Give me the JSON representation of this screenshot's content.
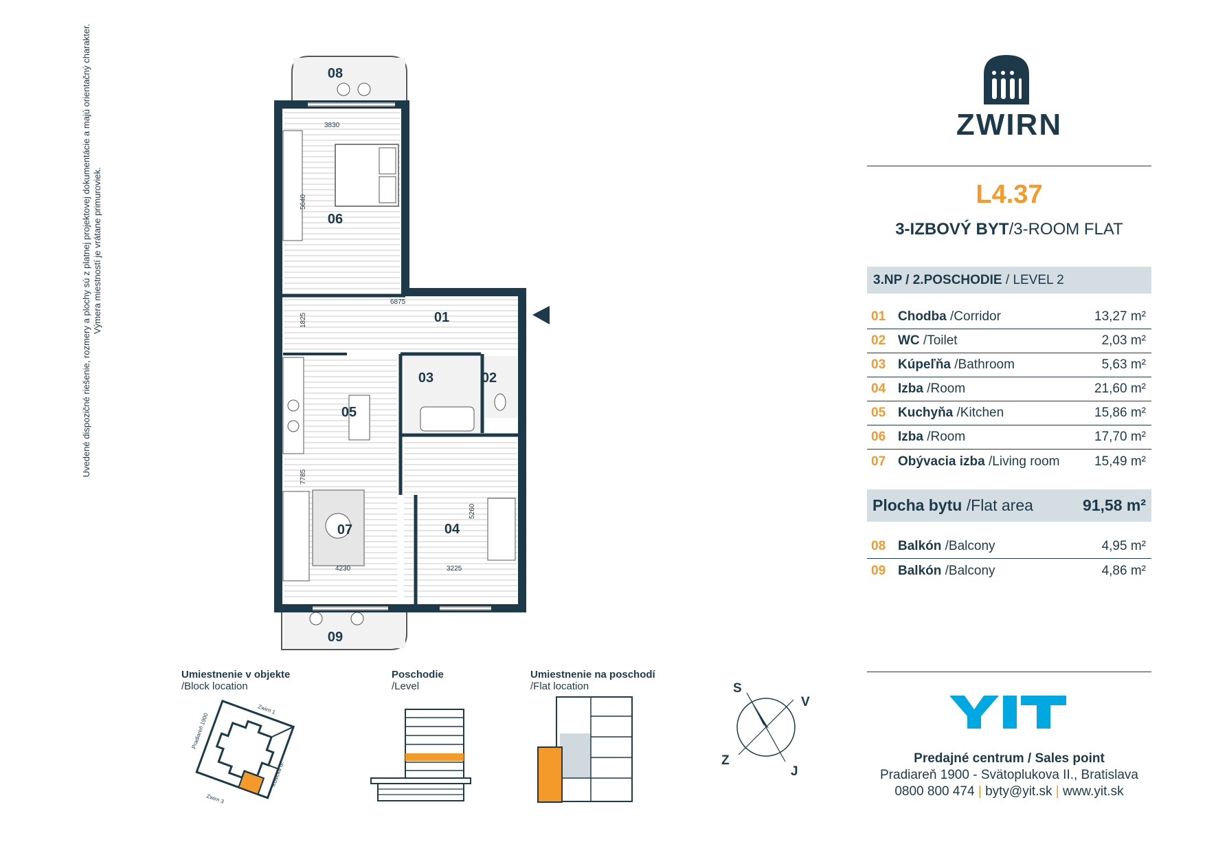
{
  "disclaimer": {
    "line1": "Uvedené dispozičné riešenie, rozmery a plochy sú z platnej projektovej dokumentácie a majú orientačný charakter.",
    "line2": "Výmera miestností je vrátane primuroviek."
  },
  "brand": {
    "name": "ZWIRN",
    "logo_icon": "building-arches-icon"
  },
  "flat": {
    "code": "L4.37",
    "type_bold": "3-IZBOVÝ BYT",
    "type_rest": "/3-ROOM FLAT",
    "level_bold": "3.NP / 2.POSCHODIE",
    "level_rest": " / LEVEL 2"
  },
  "rooms": [
    {
      "num": "01",
      "name_sk": "Chodba",
      "name_en": " /Corridor",
      "area": "13,27 m²"
    },
    {
      "num": "02",
      "name_sk": "WC",
      "name_en": " /Toilet",
      "area": "2,03 m²"
    },
    {
      "num": "03",
      "name_sk": "Kúpeľňa",
      "name_en": " /Bathroom",
      "area": "5,63 m²"
    },
    {
      "num": "04",
      "name_sk": "Izba",
      "name_en": " /Room",
      "area": "21,60 m²"
    },
    {
      "num": "05",
      "name_sk": "Kuchyňa",
      "name_en": " /Kitchen",
      "area": "15,86 m²"
    },
    {
      "num": "06",
      "name_sk": "Izba",
      "name_en": " /Room",
      "area": "17,70 m²"
    },
    {
      "num": "07",
      "name_sk": "Obývacia izba",
      "name_en": " /Living room",
      "area": "15,49 m²"
    }
  ],
  "total": {
    "label_sk": "Plocha bytu",
    "label_en": " /Flat area",
    "value": "91,58 m²"
  },
  "balconies": [
    {
      "num": "08",
      "name_sk": "Balkón",
      "name_en": " /Balcony",
      "area": "4,95 m²"
    },
    {
      "num": "09",
      "name_sk": "Balkón",
      "name_en": " /Balcony",
      "area": "4,86 m²"
    }
  ],
  "plan_labels": {
    "r01": "01",
    "r02": "02",
    "r03": "03",
    "r04": "04",
    "r05": "05",
    "r06": "06",
    "r07": "07",
    "r08": "08",
    "r09": "09",
    "d3830": "3830",
    "d5640": "5640",
    "d6875": "6875",
    "d1825": "1825",
    "d7785": "7785",
    "d4230": "4230",
    "d3225": "3225",
    "d5260": "5260"
  },
  "captions": {
    "block_title": "Umiestnenie v objekte",
    "block_sub": "/Block location",
    "level_title": "Poschodie",
    "level_sub": "/Level",
    "flat_title": "Umiestnenie na poschodí",
    "flat_sub": "/Flat location"
  },
  "block_labels": {
    "zwirn1": "Zwirn 1",
    "pradiaren": "Pradiareň 1900",
    "kosicka": "Košická ul.",
    "zwirn3": "Zwirn 3"
  },
  "compass": {
    "n": "S",
    "e": "V",
    "s": "J",
    "w": "Z"
  },
  "sales": {
    "logo": "YIT",
    "title": "Predajné centrum / Sales point",
    "address": "Pradiareň 1900 - Svätoplukova II., Bratislava",
    "phone": "0800 800 474",
    "email": "byty@yit.sk",
    "web": "www.yit.sk"
  },
  "colors": {
    "navy": "#1d3a4a",
    "orange": "#f39a2b",
    "yit_blue": "#00a8e1",
    "panel_grey": "#d4dde2"
  }
}
